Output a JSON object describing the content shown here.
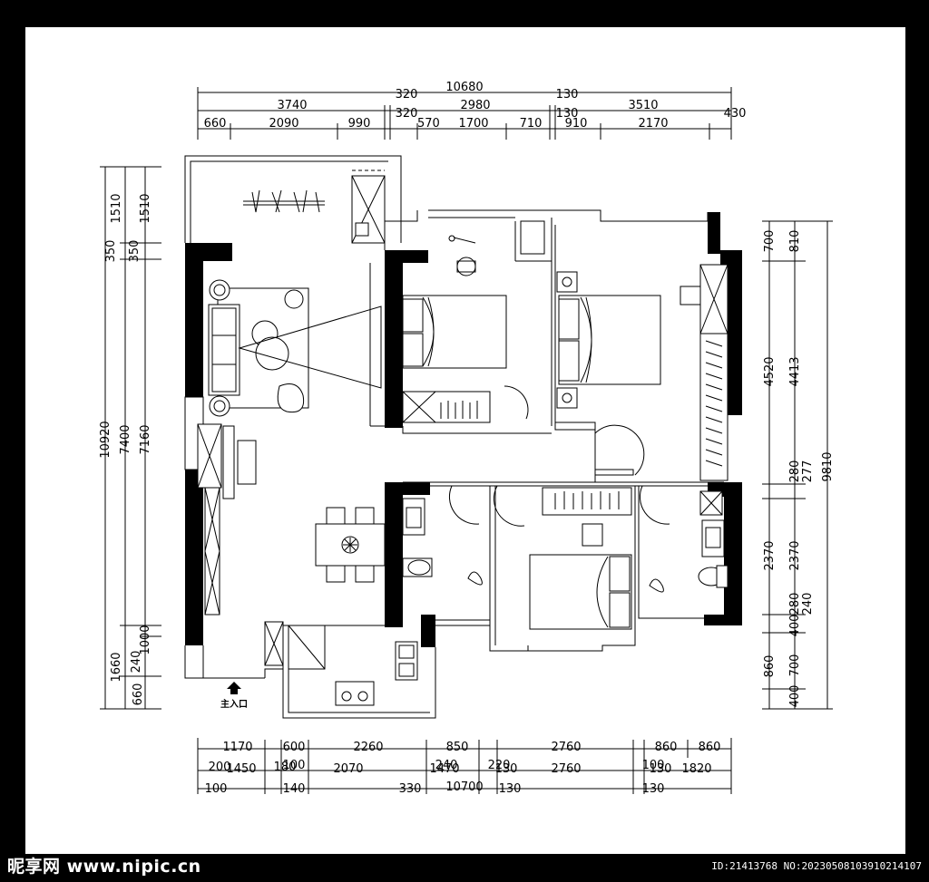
{
  "plan": {
    "entrance_label": "主入口",
    "top_dims": {
      "row1": [
        "10680"
      ],
      "row2": [
        "3740",
        "320",
        "2980",
        "130",
        "3510"
      ],
      "row3": [
        "660",
        "2090",
        "990",
        "320",
        "570",
        "1700",
        "710",
        "130",
        "910",
        "2170",
        "430"
      ]
    },
    "bottom_dims": {
      "row1": [
        "1170",
        "600",
        "2260",
        "850",
        "2760",
        "860",
        "860"
      ],
      "row2": [
        "200",
        "1450",
        "180",
        "100",
        "2070",
        "240",
        "1470",
        "220",
        "130",
        "2760",
        "100",
        "130",
        "1820"
      ],
      "row3": [
        "100",
        "140",
        "330",
        "10700",
        "130",
        "130"
      ]
    },
    "left_dims": [
      "10920",
      "7400",
      "7160",
      "350",
      "350",
      "1510",
      "1510",
      "1660",
      "660",
      "240",
      "1000"
    ],
    "right_dims": [
      "9810",
      "700",
      "810",
      "4520",
      "4413",
      "280",
      "277",
      "2370",
      "2370",
      "280",
      "400",
      "240",
      "860",
      "400",
      "700"
    ]
  },
  "footer": {
    "watermark": "昵享网 www.nipic.cn",
    "id_text": "ID:21413768 NO:20230508103910214107"
  }
}
